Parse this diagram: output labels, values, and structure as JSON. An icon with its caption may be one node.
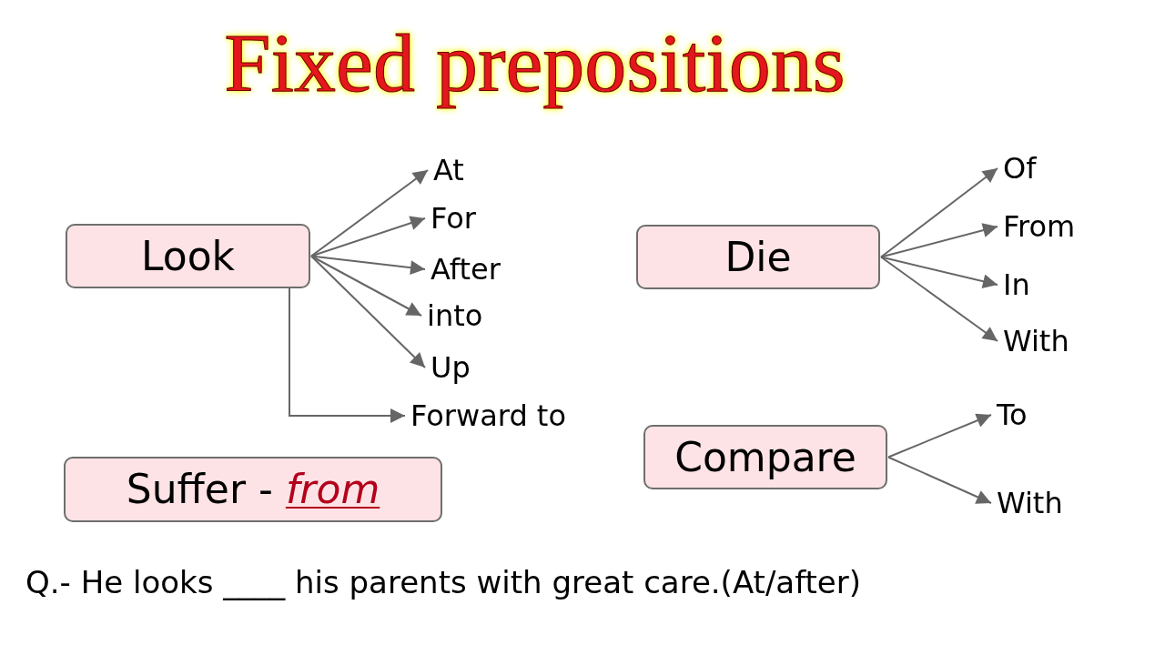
{
  "diagram": {
    "title": "Fixed prepositions",
    "nodes": [
      {
        "text": [
          "Look"
        ]
      },
      {
        "text": [
          "At"
        ]
      },
      {
        "text": [
          "For"
        ]
      },
      {
        "text": [
          "After"
        ]
      },
      {
        "text": [
          "into"
        ]
      },
      {
        "text": [
          "Up"
        ]
      },
      {
        "text": [
          "Forward to"
        ]
      },
      {
        "text": [
          "Die"
        ]
      },
      {
        "text": [
          "Of"
        ]
      },
      {
        "text": [
          "From"
        ]
      },
      {
        "text": [
          "In"
        ]
      },
      {
        "text": [
          "With"
        ]
      },
      {
        "text": [
          "Compare"
        ]
      },
      {
        "text": [
          "To"
        ]
      },
      {
        "text": [
          "With"
        ]
      },
      {
        "text": [
          "Suffer - *from*"
        ]
      }
    ],
    "edges": [
      {
        "from": 0,
        "to": 1,
        "arrow": "to"
      },
      {
        "from": 0,
        "to": 2,
        "arrow": "to"
      },
      {
        "from": 0,
        "to": 3,
        "arrow": "to"
      },
      {
        "from": 0,
        "to": 4,
        "arrow": "to"
      },
      {
        "from": 0,
        "to": 5,
        "arrow": "to"
      },
      {
        "from": 0,
        "to": 6,
        "arrow": "to"
      },
      {
        "from": 7,
        "to": 8,
        "arrow": "to"
      },
      {
        "from": 7,
        "to": 9,
        "arrow": "to"
      },
      {
        "from": 7,
        "to": 10,
        "arrow": "to"
      },
      {
        "from": 7,
        "to": 11,
        "arrow": "to"
      },
      {
        "from": 12,
        "to": 13,
        "arrow": "to"
      },
      {
        "from": 12,
        "to": 14,
        "arrow": "to"
      }
    ],
    "labels": [
      "Q.- He looks ____ his parents with great care.(At/after)"
    ]
  }
}
